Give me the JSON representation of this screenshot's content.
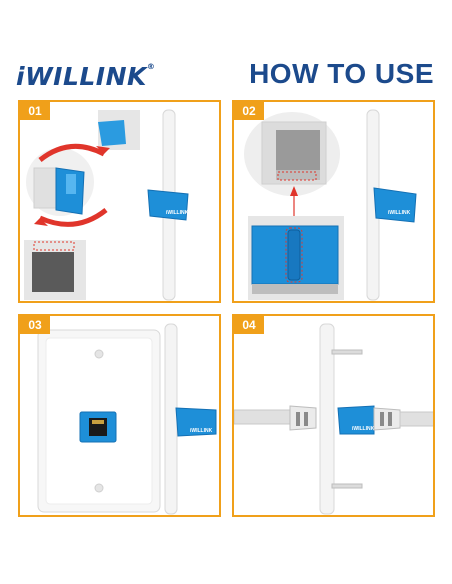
{
  "header": {
    "brand": "iWILLINK",
    "brand_mark": "®",
    "headline": "HOW TO USE"
  },
  "steps": [
    {
      "number": "01"
    },
    {
      "number": "02"
    },
    {
      "number": "03"
    },
    {
      "number": "04"
    }
  ],
  "colors": {
    "accent": "#f0a01a",
    "brand_blue": "#1c4a8c",
    "jack_blue": "#1e8fd8",
    "arrow_red": "#e0352b"
  },
  "icons": [
    "rotate-arrows-icon",
    "up-arrow-icon"
  ],
  "labels": {
    "keystone_mark": "iWILLINK"
  }
}
